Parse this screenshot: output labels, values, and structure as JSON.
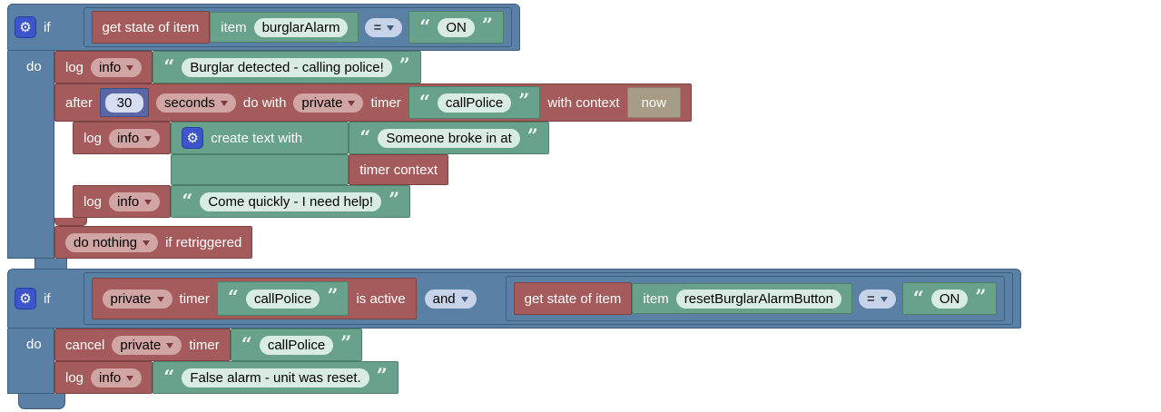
{
  "colors": {
    "logic_blue": "#5b80a5",
    "action_red": "#a55b5b",
    "text_green": "#68a28a",
    "math_indigo": "#5b67a5",
    "shadow_tan": "#a79d86",
    "mutator_blue": "#3c55cb",
    "workspace_bg": "#ffffff"
  },
  "icons": {
    "gear": "⚙",
    "open_quote": "“",
    "close_quote": "”"
  },
  "rule1": {
    "if_label": "if",
    "do_label": "do",
    "condition": {
      "get_state": "get state of item",
      "item_label": "item",
      "item_name": "burglarAlarm",
      "operator": "=",
      "value": "ON"
    },
    "log_burglar": {
      "log": "log",
      "level": "info",
      "message": "Burglar detected - calling police!"
    },
    "after": {
      "after": "after",
      "delay": "30",
      "unit": "seconds",
      "do_with": "do with",
      "scope": "private",
      "timer": "timer",
      "timer_name": "callPolice",
      "with_context": "with context",
      "context": "now"
    },
    "log_create": {
      "log": "log",
      "level": "info",
      "create_text": "create text with",
      "text1": "Someone broke in at",
      "text2": "timer context"
    },
    "log_help": {
      "log": "log",
      "level": "info",
      "message": "Come quickly - I need help!"
    },
    "retrigger": {
      "mode": "do nothing",
      "suffix": "if retriggered"
    }
  },
  "rule2": {
    "if_label": "if",
    "do_label": "do",
    "timer_active": {
      "scope": "private",
      "timer": "timer",
      "timer_name": "callPolice",
      "suffix": "is active"
    },
    "logic_op": "and",
    "state_check": {
      "get_state": "get state of item",
      "item_label": "item",
      "item_name": "resetBurglarAlarmButton",
      "operator": "=",
      "value": "ON"
    },
    "cancel": {
      "cancel": "cancel",
      "scope": "private",
      "timer": "timer",
      "timer_name": "callPolice"
    },
    "log_reset": {
      "log": "log",
      "level": "info",
      "message": "False alarm - unit was reset."
    }
  }
}
